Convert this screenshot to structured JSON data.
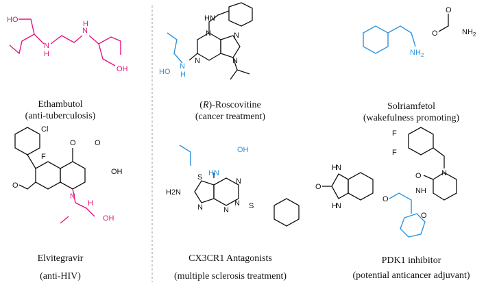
{
  "colors": {
    "highlight_magenta": "#e5147f",
    "highlight_blue": "#2a93e0",
    "bond": "#111111"
  },
  "compounds": [
    {
      "name": "Ethambutol",
      "use": "(anti-tuberculosis)",
      "atoms": [
        "HO",
        "N",
        "H",
        "N",
        "H",
        "OH"
      ]
    },
    {
      "name_prefix": "(",
      "name_italic": "R",
      "name_rest": ")-Roscovitine",
      "use": "(cancer treatment)",
      "atoms": [
        "HN",
        "N",
        "N",
        "N",
        "N",
        "HO",
        "N",
        "H"
      ]
    },
    {
      "name": "Solriamfetol",
      "use": "(wakefulness promoting)",
      "atoms": [
        "O",
        "O",
        "NH",
        "2",
        "NH",
        "2"
      ]
    },
    {
      "name": "Elvitegravir",
      "use": "(anti-HIV)",
      "atoms": [
        "Cl",
        "F",
        "O",
        "O",
        "OH",
        "O",
        "N",
        "H",
        "OH"
      ]
    },
    {
      "name": "CX3CR1 Antagonists",
      "use": "(multiple sclerosis treatment)",
      "atoms": [
        "OH",
        "HN",
        "S",
        "N",
        "N",
        "N",
        "H2N",
        "N",
        "S"
      ]
    },
    {
      "name": "PDK1 inhibitor",
      "use": "(potential anticancer adjuvant)",
      "atoms": [
        "F",
        "F",
        "O",
        "N",
        "H",
        "N",
        "H",
        "N",
        "O",
        "O",
        "N",
        "H",
        "O"
      ]
    }
  ]
}
